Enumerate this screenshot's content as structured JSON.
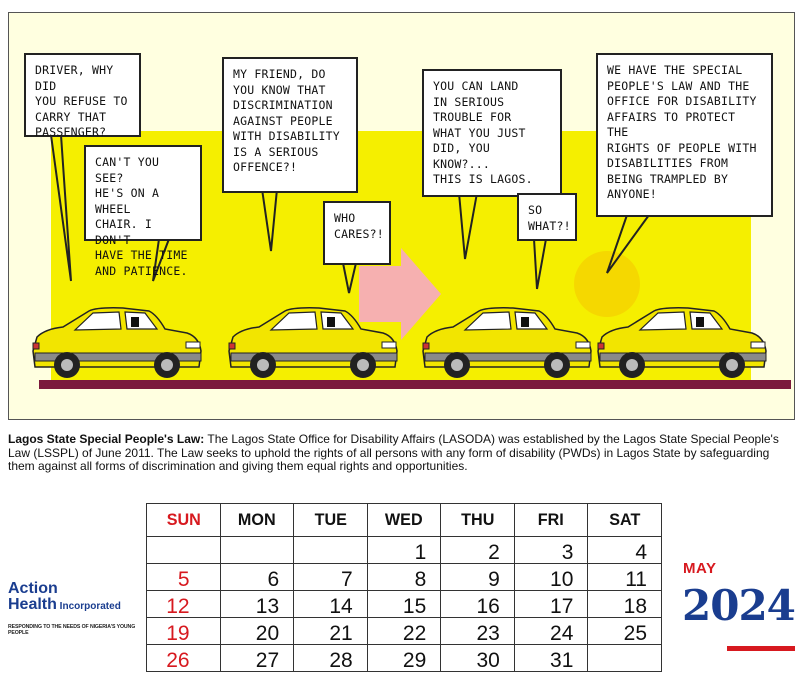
{
  "comic": {
    "bubbles": [
      "DRIVER, WHY DID\nYOU REFUSE TO\nCARRY THAT\nPASSENGER?",
      "CAN'T YOU SEE?\nHE'S ON A WHEEL\nCHAIR. I DON'T\nHAVE THE TIME\nAND PATIENCE.",
      "MY FRIEND, DO\nYOU KNOW THAT\nDISCRIMINATION\nAGAINST PEOPLE\nWITH DISABILITY\nIS A SERIOUS\nOFFENCE?!",
      "WHO\nCARES?!",
      "YOU CAN LAND\nIN SERIOUS\nTROUBLE FOR\nWHAT YOU JUST\nDID, YOU KNOW?...\nTHIS IS LAGOS.",
      "SO\nWHAT?!",
      "WE HAVE THE SPECIAL\nPEOPLE'S LAW AND THE\nOFFICE FOR DISABILITY\nAFFAIRS TO PROTECT THE\nRIGHTS OF PEOPLE WITH\nDISABILITIES FROM\nBEING TRAMPLED BY\nANYONE!"
    ],
    "colors": {
      "bg": "#ffffe0",
      "yellow": "#f5ef00",
      "car": "#f2e500",
      "road": "#7b1a3c",
      "arrow": "#f6b0b0",
      "sun": "#f5d800"
    }
  },
  "caption": {
    "title": "Lagos State Special People's Law:",
    "text": " The Lagos State Office for Disability Affairs (LASODA) was established by the Lagos State Special People's Law (LSSPL) of June 2011. The Law seeks to uphold the rights of all persons with any form of disability (PWDs) in Lagos State by safeguarding them against all forms of discrimination and giving them equal rights and opportunities."
  },
  "calendar": {
    "days": [
      "SUN",
      "MON",
      "TUE",
      "WED",
      "THU",
      "FRI",
      "SAT"
    ],
    "weeks": [
      [
        "",
        "",
        "",
        "1",
        "2",
        "3",
        "4"
      ],
      [
        "5",
        "6",
        "7",
        "8",
        "9",
        "10",
        "11"
      ],
      [
        "12",
        "13",
        "14",
        "15",
        "16",
        "17",
        "18"
      ],
      [
        "19",
        "20",
        "21",
        "22",
        "23",
        "24",
        "25"
      ],
      [
        "26",
        "27",
        "28",
        "29",
        "30",
        "31",
        ""
      ]
    ]
  },
  "logo": {
    "line1": "Action",
    "line2": "Health",
    "line2_small": " Incorporated",
    "tagline": "RESPONDING TO THE NEEDS OF NIGERIA'S YOUNG PEOPLE"
  },
  "month": "MAY",
  "year": "2024"
}
